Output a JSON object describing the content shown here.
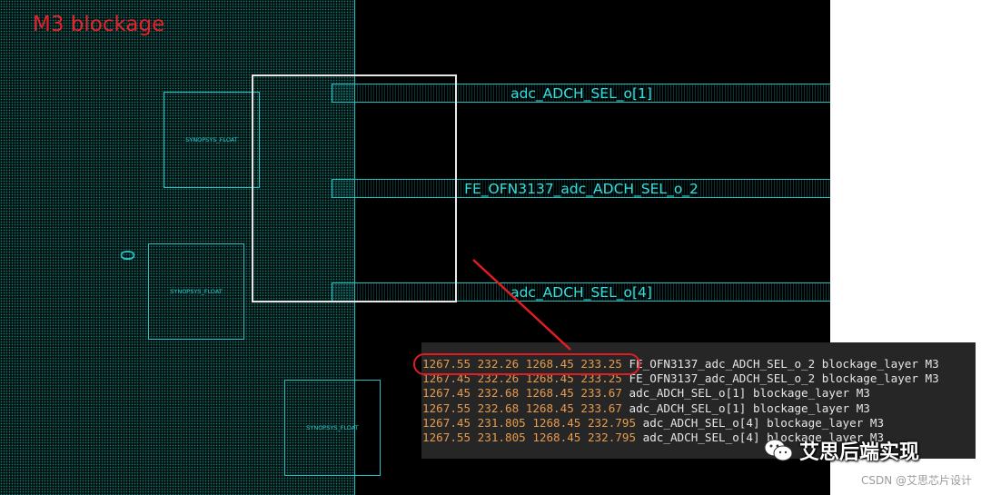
{
  "layer_title": "M3 blockage",
  "cells": [
    {
      "label": "SYNOPSYS_FLOAT"
    },
    {
      "label": "SYNOPSYS_FLOAT"
    },
    {
      "label": "SYNOPSYS_FLOAT"
    }
  ],
  "rotated_label": "0",
  "nets": [
    {
      "label": "adc_ADCH_SEL_o[1]"
    },
    {
      "label": "FE_OFN3137_adc_ADCH_SEL_o_2"
    },
    {
      "label": "adc_ADCH_SEL_o[4]"
    }
  ],
  "console": {
    "lines": [
      {
        "coords": "1267.55 232.26 1268.45 233.25",
        "net": "FE_OFN3137_adc_ADCH_SEL_o_2",
        "suffix": "blockage_layer M3"
      },
      {
        "coords": "1267.45 232.26 1268.45 233.25",
        "net": "FE_OFN3137_adc_ADCH_SEL_o_2",
        "suffix": "blockage_layer M3"
      },
      {
        "coords": "1267.45 232.68 1268.45 233.67",
        "net": "adc_ADCH_SEL_o[1]",
        "suffix": "blockage_layer M3"
      },
      {
        "coords": "1267.55 232.68 1268.45 233.67",
        "net": "adc_ADCH_SEL_o[1]",
        "suffix": "blockage_layer M3"
      },
      {
        "coords": "1267.45 231.805 1268.45 232.795",
        "net": "adc_ADCH_SEL_o[4]",
        "suffix": "blockage_layer M3"
      },
      {
        "coords": "1267.55 231.805 1268.45 232.795",
        "net": "adc_ADCH_SEL_o[4]",
        "suffix": "blockage_layer M3"
      }
    ]
  },
  "watermark": {
    "text": "艾思后端实现",
    "icon": "wechat-icon"
  },
  "credit": "CSDN @艾思芯片设计",
  "colors": {
    "cyan": "#1fbfc0",
    "red_annotation": "#e01c24",
    "console_bg": "#262626",
    "console_number": "#e69a4c"
  }
}
